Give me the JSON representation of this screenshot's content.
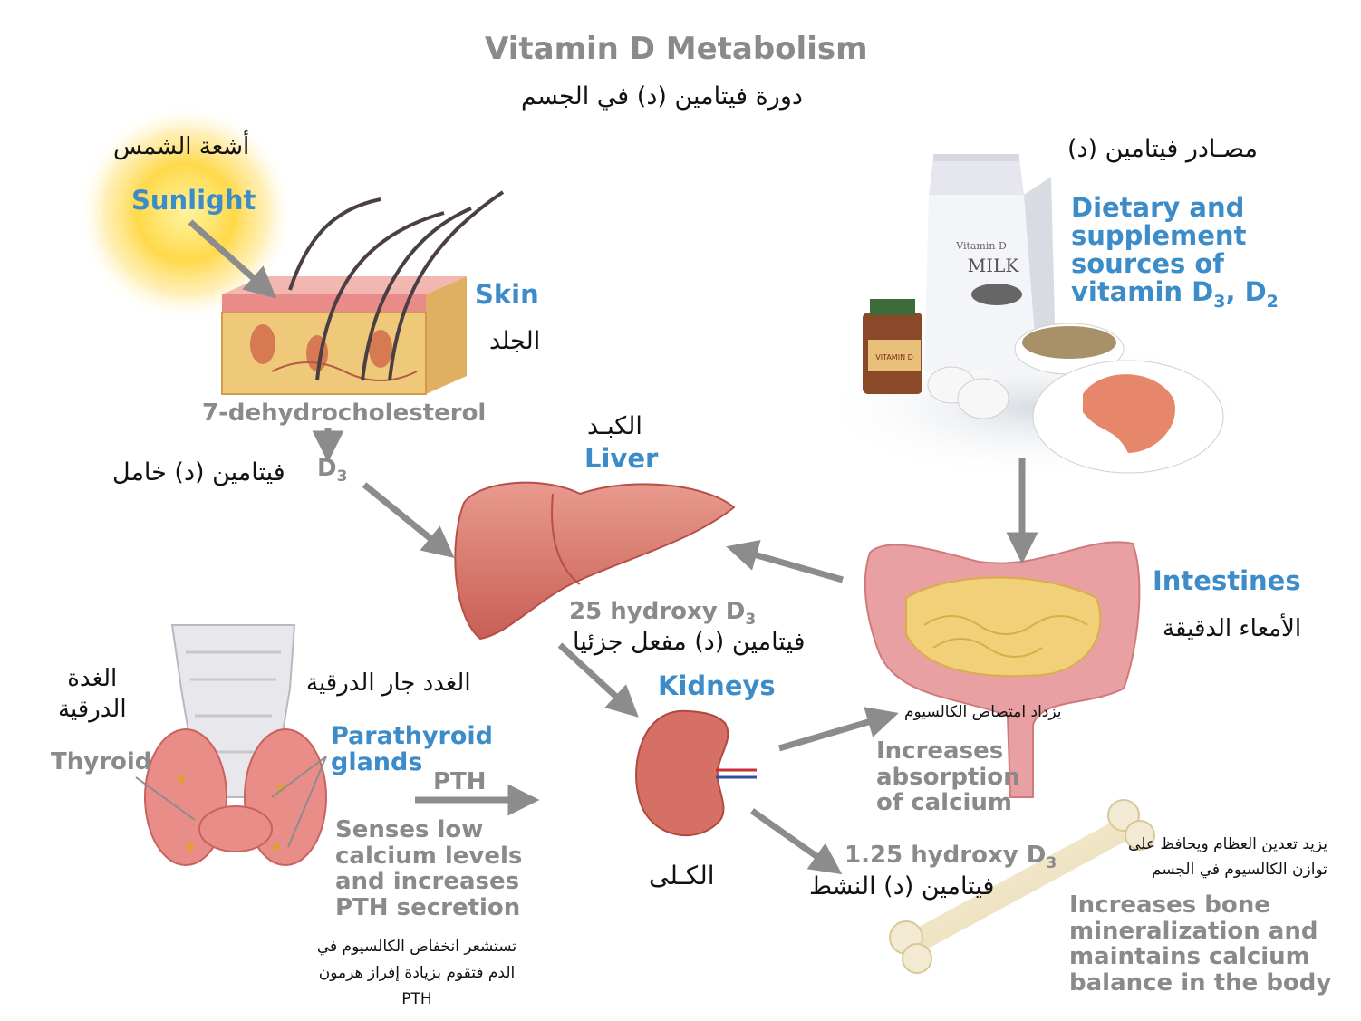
{
  "title": "Vitamin D Metabolism",
  "title_ar": "دورة فيتامين (د) في الجسم",
  "sunlight": {
    "en": "Sunlight",
    "ar": "أشعة الشمس"
  },
  "skin": {
    "en": "Skin",
    "ar": "الجلد"
  },
  "dehydro": "7-dehydrocholesterol",
  "d3": {
    "en": "D",
    "sub": "3",
    "ar": "فيتامين (د) خامل"
  },
  "liver": {
    "en": "Liver",
    "ar": "الكبـد"
  },
  "sources": {
    "ar": "مصـادر فيتامين (د)",
    "en_lines": [
      "Dietary and",
      "supplement",
      "sources of"
    ],
    "en_last_a": "vitamin D",
    "en_last_sub1": "3",
    "en_last_b": ", D",
    "en_last_sub2": "2",
    "milk_brand": "Vitamin D",
    "milk_text": "MILK",
    "jar_text": "VITAMIN D"
  },
  "intestines": {
    "en": "Intestines",
    "ar": "الأمعاء الدقيقة"
  },
  "hydroxy25": {
    "en": "25 hydroxy D",
    "sub": "3",
    "ar": "فيتامين (د) مفعل جزئيا"
  },
  "kidneys": {
    "en": "Kidneys",
    "ar": "الكـلى"
  },
  "thyroid": {
    "en": "Thyroid",
    "ar_lines": [
      "الغدة",
      "الدرقية"
    ]
  },
  "parathyroid": {
    "en_lines": [
      "Parathyroid",
      "glands"
    ],
    "ar": "الغدد جار الدرقية"
  },
  "pth": "PTH",
  "senses": {
    "en_lines": [
      "Senses low",
      "calcium levels",
      "and increases",
      "PTH secretion"
    ],
    "ar_lines": [
      "تستشعر انخفاض الكالسيوم في",
      "الدم فتقوم بزيادة إفراز هرمون",
      "PTH"
    ]
  },
  "absorption": {
    "ar": "يزداد امتصاص الكالسيوم",
    "en_lines": [
      "Increases",
      "absorption",
      "of calcium"
    ]
  },
  "hydroxy125": {
    "en": "1.25 hydroxy D",
    "sub": "3",
    "ar": "فيتامين (د) النشط"
  },
  "bone": {
    "ar_lines": [
      "يزيد تعدين العظام ويحافظ على",
      "توازن الكالسيوم في الجسم"
    ],
    "en_lines": [
      "Increases bone",
      "mineralization and",
      "maintains calcium",
      "balance in the body"
    ]
  },
  "colors": {
    "blue_label": "#3b8cc9",
    "gray_label": "#8a8a8a",
    "arrow": "#8c8c8c",
    "organ": "#d9786e"
  }
}
